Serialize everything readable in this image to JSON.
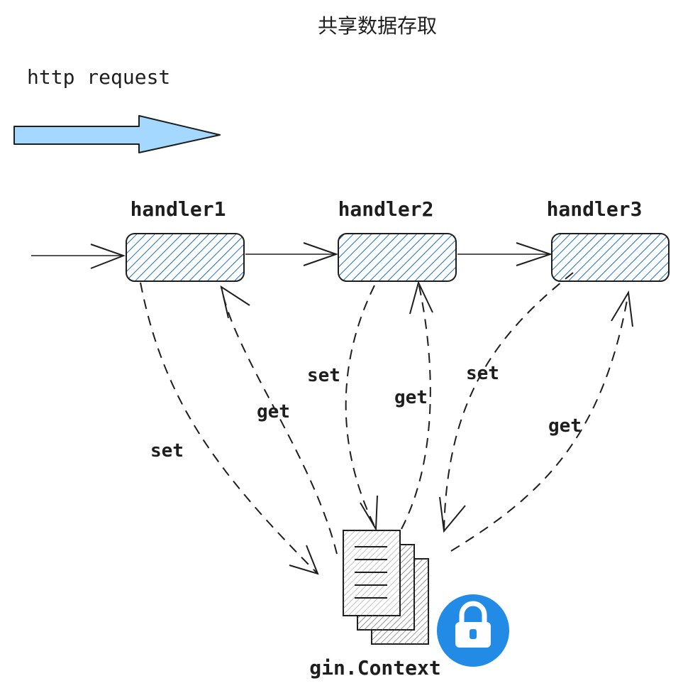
{
  "diagram": {
    "title": "共享数据存取",
    "request_label": "http request",
    "handlers": [
      {
        "label": "handler1"
      },
      {
        "label": "handler2"
      },
      {
        "label": "handler3"
      }
    ],
    "edge_labels": {
      "h1_set": "set",
      "h1_get": "get",
      "h2_set": "set",
      "h2_get": "get",
      "h3_set": "set",
      "h3_get": "get"
    },
    "context_label": "gin.Context",
    "colors": {
      "arrow_fill": "#a5d8ff",
      "handler_hatch": "#1971c2",
      "lock_badge": "#228be6",
      "ink": "#1e1e1e",
      "doc_hatch": "#555555"
    },
    "icons": {
      "request_arrow": "big-right-arrow-icon",
      "context": "document-stack-icon",
      "lock": "lock-icon"
    }
  }
}
